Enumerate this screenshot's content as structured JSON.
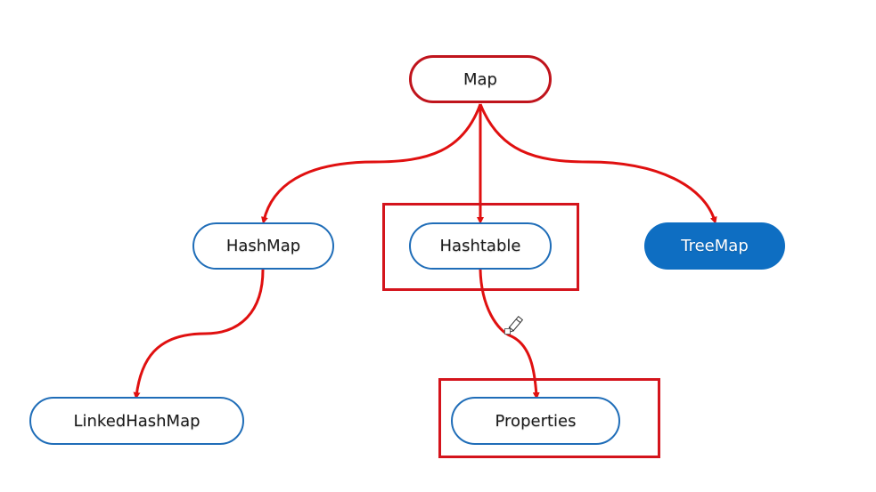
{
  "nodes": {
    "map": "Map",
    "hashmap": "HashMap",
    "hashtable": "Hashtable",
    "treemap": "TreeMap",
    "linkedhashmap": "LinkedHashMap",
    "properties": "Properties"
  },
  "colors": {
    "edge": "#e01010",
    "node_border_red": "#c0141c",
    "node_border_blue": "#1f6db8",
    "node_fill_blue": "#0e6ec2",
    "highlight_box": "#d4141c"
  },
  "icons": {
    "cursor": "pencil-cursor-icon"
  }
}
